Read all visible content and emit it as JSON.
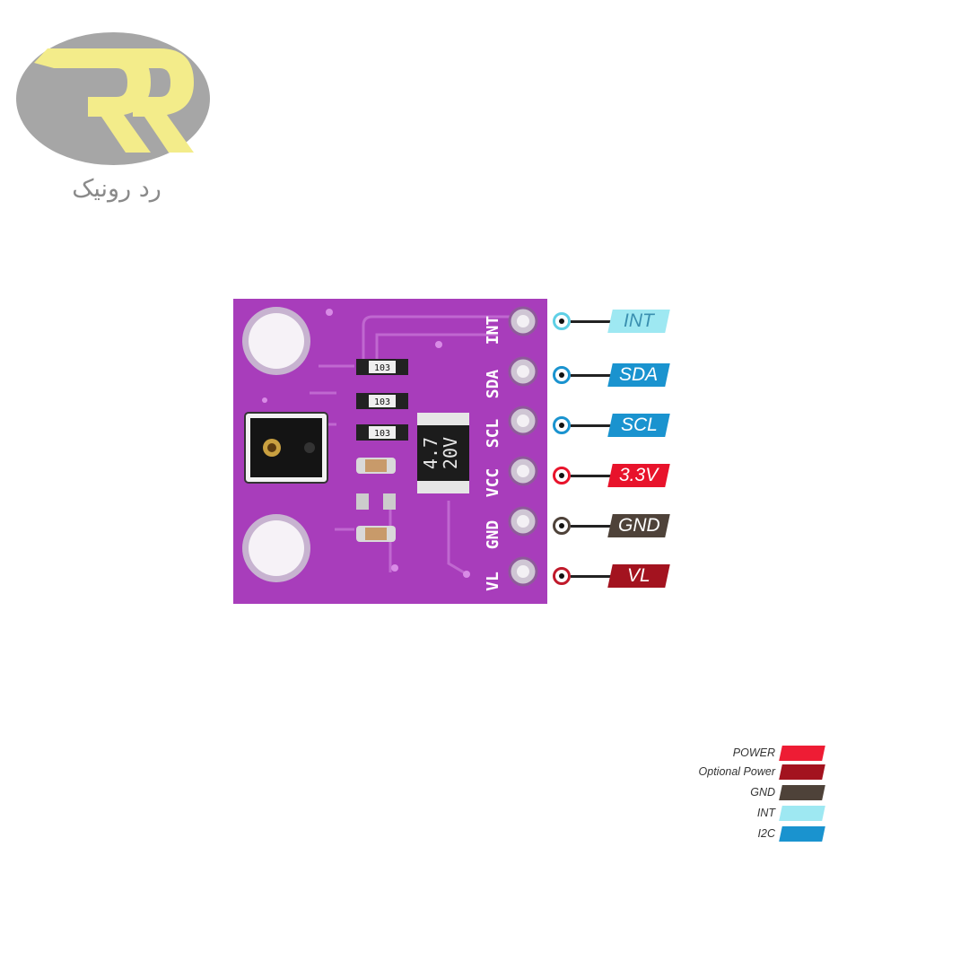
{
  "logo": {
    "name": "رد رونیک",
    "colors": {
      "circle": "#a6a6a6",
      "letter": "#f3ec8a"
    }
  },
  "board": {
    "silkscreen_pins": [
      "VL",
      "GND",
      "VCC",
      "SCL",
      "SDA",
      "INT"
    ],
    "capacitor_text": [
      "4.7",
      "20V"
    ],
    "resistor_codes": [
      "103",
      "103",
      "103"
    ],
    "color": "#a83dbb"
  },
  "pins": [
    {
      "label": "INT",
      "type": "INT",
      "color": "#9ee8f2",
      "dot": "#5fd0e6"
    },
    {
      "label": "SDA",
      "type": "I2C",
      "color": "#1a93cf",
      "dot": "#1a93cf"
    },
    {
      "label": "SCL",
      "type": "I2C",
      "color": "#1a93cf",
      "dot": "#1a93cf"
    },
    {
      "label": "3.3V",
      "type": "POWER",
      "color": "#e8132b",
      "dot": "#e8132b"
    },
    {
      "label": "GND",
      "type": "GND",
      "color": "#4e4239",
      "dot": "#4e4239"
    },
    {
      "label": "VL",
      "type": "Optional Power",
      "color": "#a3131f",
      "dot": "#c0192a"
    }
  ],
  "legend": [
    {
      "label": "POWER",
      "color": "#ee1c34"
    },
    {
      "label": "Optional Power",
      "color": "#a3131f"
    },
    {
      "label": "GND",
      "color": "#4e4239"
    },
    {
      "label": "INT",
      "color": "#9ee8f2"
    },
    {
      "label": "I2C",
      "color": "#1a93cf"
    }
  ]
}
